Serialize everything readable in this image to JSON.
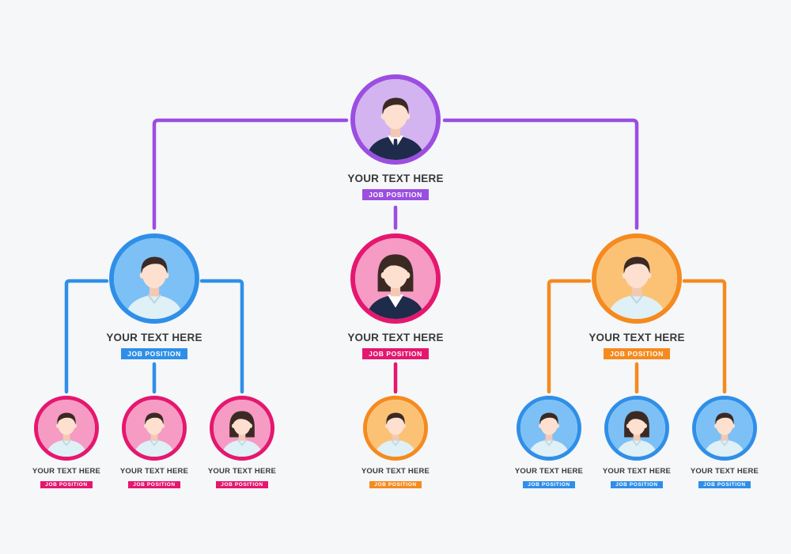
{
  "colors": {
    "purple": "#9b4ee0",
    "blue": "#2f8fe8",
    "pink": "#e5176f",
    "orange": "#f58a1f",
    "purple_light": "#d3b3f0",
    "blue_light": "#7cc0f5",
    "pink_light": "#f59bc4",
    "orange_light": "#fbc275",
    "skin": "#fde0cf",
    "hair": "#3b2a24",
    "shirt": "#dff0f7",
    "suit": "#1e2b4a"
  },
  "nodes": {
    "top": {
      "name": "YOUR TEXT HERE",
      "position": "JOB POSITION",
      "color": "purple",
      "avatar": "man-suit"
    },
    "left": {
      "name": "YOUR TEXT HERE",
      "position": "JOB POSITION",
      "color": "blue",
      "avatar": "man"
    },
    "center": {
      "name": "YOUR TEXT HERE",
      "position": "JOB POSITION",
      "color": "pink",
      "avatar": "woman-suit"
    },
    "right": {
      "name": "YOUR TEXT HERE",
      "position": "JOB POSITION",
      "color": "orange",
      "avatar": "man"
    },
    "l1": {
      "name": "YOUR TEXT HERE",
      "position": "JOB POSITION",
      "color": "pink",
      "avatar": "man"
    },
    "l2": {
      "name": "YOUR TEXT HERE",
      "position": "JOB POSITION",
      "color": "pink",
      "avatar": "man"
    },
    "l3": {
      "name": "YOUR TEXT HERE",
      "position": "JOB POSITION",
      "color": "pink",
      "avatar": "woman"
    },
    "c1": {
      "name": "YOUR TEXT HERE",
      "position": "JOB POSITION",
      "color": "orange",
      "avatar": "man"
    },
    "r1": {
      "name": "YOUR TEXT HERE",
      "position": "JOB POSITION",
      "color": "blue",
      "avatar": "man"
    },
    "r2": {
      "name": "YOUR TEXT HERE",
      "position": "JOB POSITION",
      "color": "blue",
      "avatar": "woman"
    },
    "r3": {
      "name": "YOUR TEXT HERE",
      "position": "JOB POSITION",
      "color": "blue",
      "avatar": "man"
    }
  }
}
